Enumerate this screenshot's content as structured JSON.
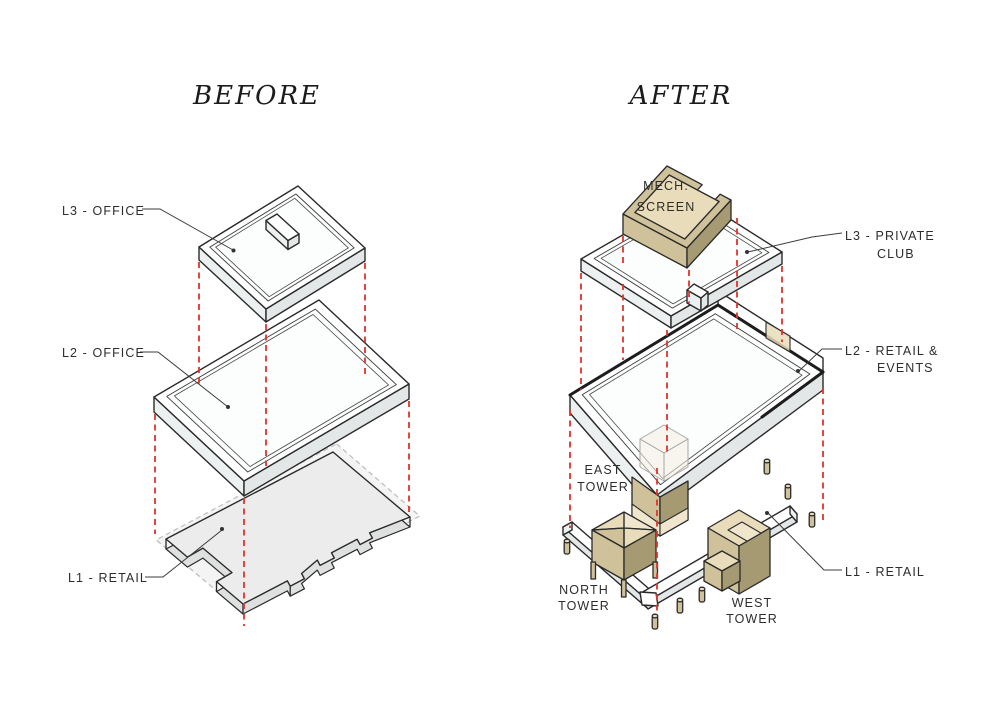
{
  "colors": {
    "red_dashed": "#e0332c",
    "line": "#2a2a2a",
    "tan_light": "#e8dcba",
    "tan_mid": "#cfc29b",
    "tan_dark": "#a69a72"
  },
  "before": {
    "title": "BEFORE",
    "labels": {
      "l3": "L3 - OFFICE",
      "l2": "L2 - OFFICE",
      "l1": "L1 - RETAIL"
    }
  },
  "after": {
    "title": "AFTER",
    "labels": {
      "mech1": "MECH.",
      "mech2": "SCREEN",
      "l3a": "L3 - PRIVATE",
      "l3b": "CLUB",
      "l2a": "L2 - RETAIL &",
      "l2b": "EVENTS",
      "l1": "L1 - RETAIL",
      "east1": "EAST",
      "east2": "TOWER",
      "north1": "NORTH",
      "north2": "TOWER",
      "west1": "WEST",
      "west2": "TOWER"
    }
  }
}
